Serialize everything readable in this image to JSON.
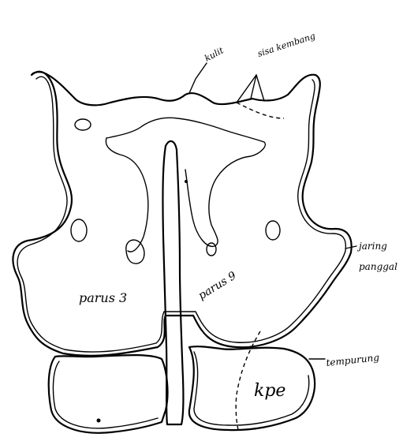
{
  "diagram": {
    "labels": {
      "kulit": "kulit",
      "sisa_kembang": "sisa kembang",
      "parus_left": "parus 3",
      "parus_mid": "parus 9",
      "jaring": "jaring",
      "panggal": "panggal",
      "tempurung": "tempurung",
      "kpe": "kpe"
    }
  }
}
